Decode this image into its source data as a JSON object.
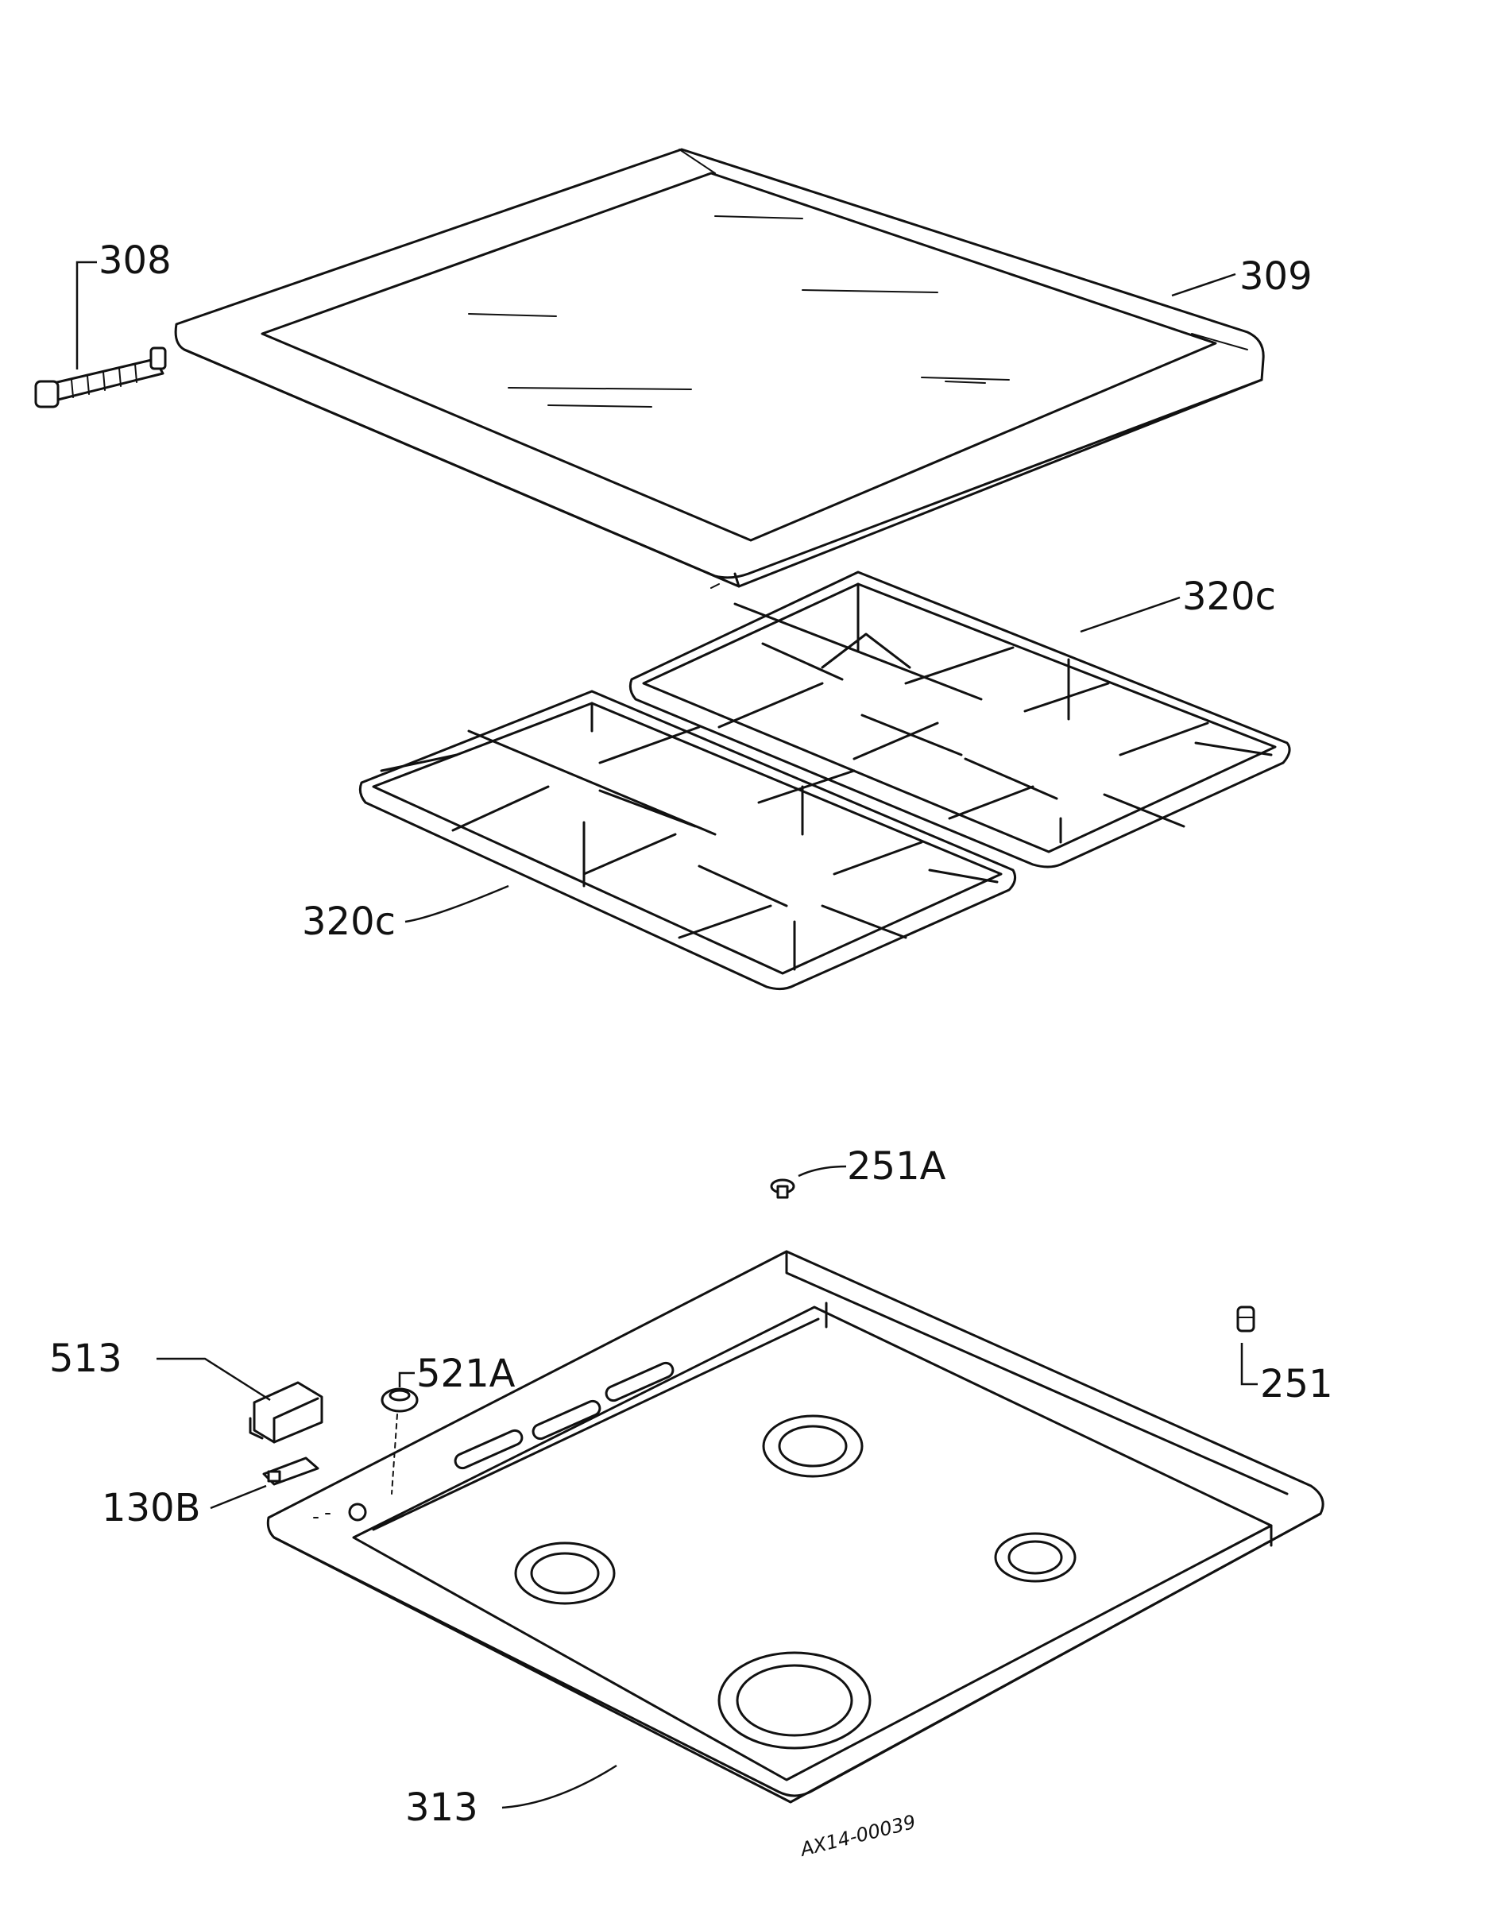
{
  "labels": {
    "p308": "308",
    "p309": "309",
    "p320c_right": "320c",
    "p320c_left": "320c",
    "p251a": "251A",
    "p513": "513",
    "p521a": "521A",
    "p251": "251",
    "p130b": "130B",
    "p313": "313"
  },
  "drawing_code": "AX14-00039"
}
